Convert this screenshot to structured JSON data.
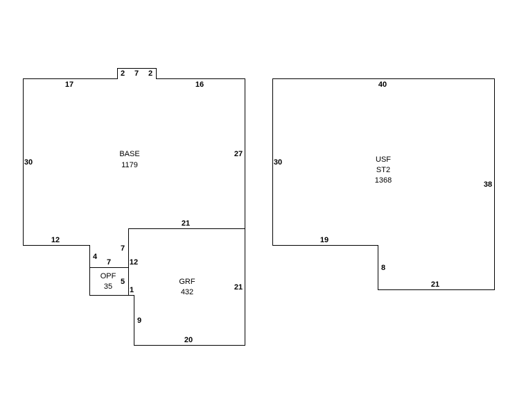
{
  "areas": {
    "base": {
      "name": "BASE",
      "value": "1179"
    },
    "grf": {
      "name": "GRF",
      "value": "432"
    },
    "opf": {
      "name": "OPF",
      "value": "35"
    },
    "usf": {
      "name": "USF",
      "sub": "ST2",
      "value": "1368"
    }
  },
  "dims": {
    "base_top_left": "17",
    "notch_left": "2",
    "notch_top": "7",
    "notch_right": "2",
    "base_top_right": "16",
    "base_left": "30",
    "base_right": "27",
    "base_bottom_left": "12",
    "step_down": "4",
    "step_inner": "7",
    "grf_left_upper": "7",
    "grf_top": "21",
    "grf_left_mid": "12",
    "opf_side": "5",
    "opf_jog": "1",
    "grf_left_lower": "9",
    "grf_right": "21",
    "grf_bottom": "20",
    "usf_top": "40",
    "usf_left": "30",
    "usf_right": "38",
    "usf_bottom_left": "19",
    "usf_step": "8",
    "usf_bottom_right": "21"
  }
}
